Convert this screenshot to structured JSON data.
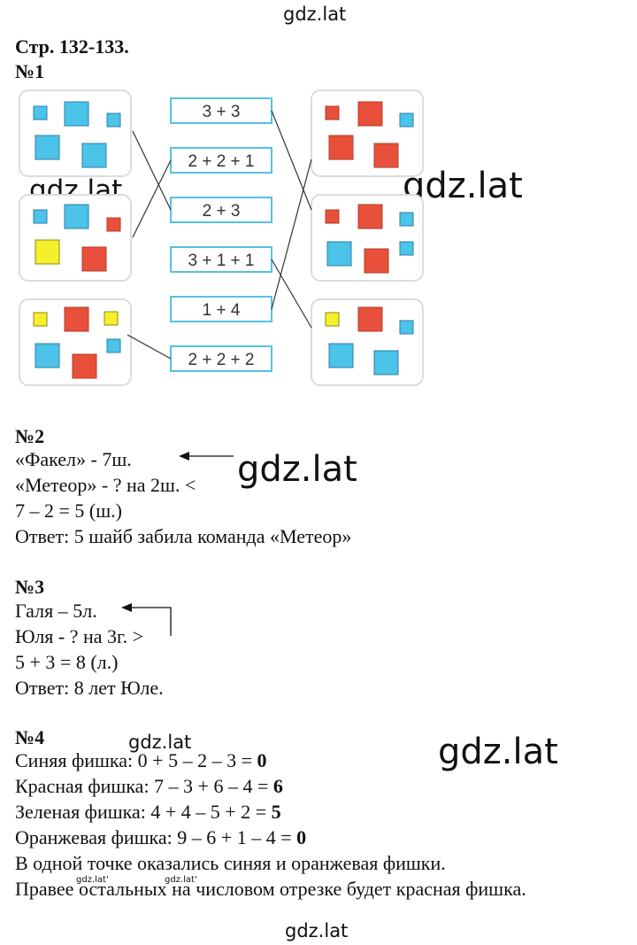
{
  "watermark": "gdz.lat",
  "watermark_small": "gdz.lat'",
  "page_title": "Стр. 132-133.",
  "ex1": {
    "title": "№1",
    "expressions": [
      "3 + 3",
      "2 + 2 + 1",
      "2 + 3",
      "3 + 1 + 1",
      "1 + 4",
      "2 + 2 + 2"
    ]
  },
  "ex2": {
    "title": "№2",
    "lines": [
      "«Факел» - 7ш.",
      "«Метеор» - ? на 2ш. <",
      "7 – 2 = 5 (ш.)",
      "Ответ: 5 шайб забила команда «Метеор»"
    ]
  },
  "ex3": {
    "title": "№3",
    "lines": [
      "Галя – 5л.",
      "Юля - ? на 3г. >",
      "5 + 3 = 8 (л.)",
      "Ответ: 8 лет Юле."
    ]
  },
  "ex4": {
    "title": "№4",
    "rows": [
      {
        "text": "Синяя фишка: 0 + 5 – 2 – 3 = ",
        "result": "0"
      },
      {
        "text": "Красная фишка: 7 – 3 + 6 – 4 = ",
        "result": "6"
      },
      {
        "text": "Зеленая фишка: 4 + 4 – 5 + 2 = ",
        "result": "5"
      },
      {
        "text": "Оранжевая фишка: 9 – 6 + 1 – 4 = ",
        "result": "0"
      }
    ],
    "conclusion": [
      "В одной точке оказались синяя и оранжевая фишки.",
      "Правее остальных на числовом отрезке будет красная фишка."
    ]
  }
}
